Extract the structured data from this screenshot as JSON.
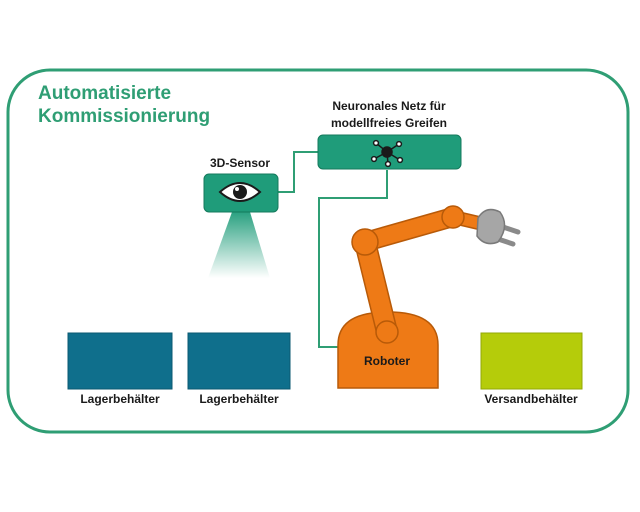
{
  "title": {
    "line1": "Automatisierte",
    "line2": "Kommissionierung"
  },
  "sensor": {
    "label": "3D-Sensor",
    "icon": "eye-icon"
  },
  "network": {
    "line1": "Neuronales Netz für",
    "line2": "modellfreies Greifen",
    "icon": "neural-network-icon"
  },
  "robot": {
    "label": "Roboter"
  },
  "bins": [
    {
      "label": "Lagerbehälter",
      "color": "#0f6f8c"
    },
    {
      "label": "Lagerbehälter",
      "color": "#0f6f8c"
    },
    {
      "label": "Versandbehälter",
      "color": "#b5cc0a"
    }
  ],
  "colors": {
    "accent": "#2f9e74",
    "device": "#1f9c7a",
    "robot": "#ee7a16",
    "gripper": "#a6a6a6"
  }
}
